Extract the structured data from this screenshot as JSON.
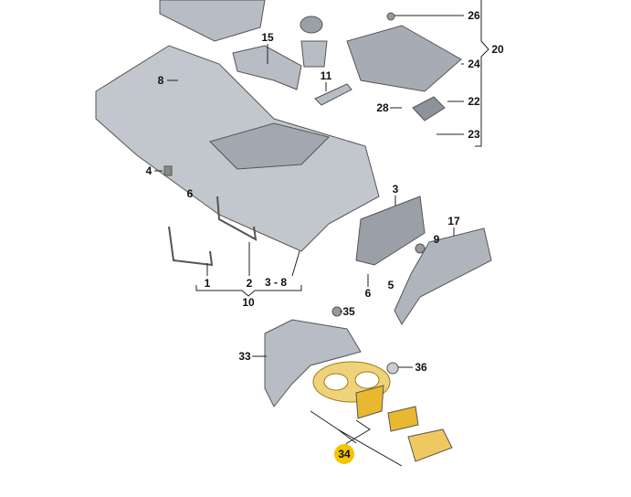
{
  "diagram": {
    "labels": {
      "p26": "26",
      "p15": "15",
      "p11": "11",
      "p8": "8",
      "p20": "20",
      "p24": "24",
      "p22": "22",
      "p28": "28",
      "p23": "23",
      "p4": "4",
      "p6a": "6",
      "p3": "3",
      "p17": "17",
      "p9": "9",
      "p1": "1",
      "p2": "2",
      "p3_8": "3 - 8",
      "p10": "10",
      "p6b": "6",
      "p5": "5",
      "p35": "35",
      "p33": "33",
      "p36": "36",
      "p34": "34"
    },
    "colors": {
      "part": "#b8bcc4",
      "part_dark": "#8d929b",
      "highlight": "#e8b830",
      "badge": "#f4c400",
      "line": "#222222"
    }
  }
}
